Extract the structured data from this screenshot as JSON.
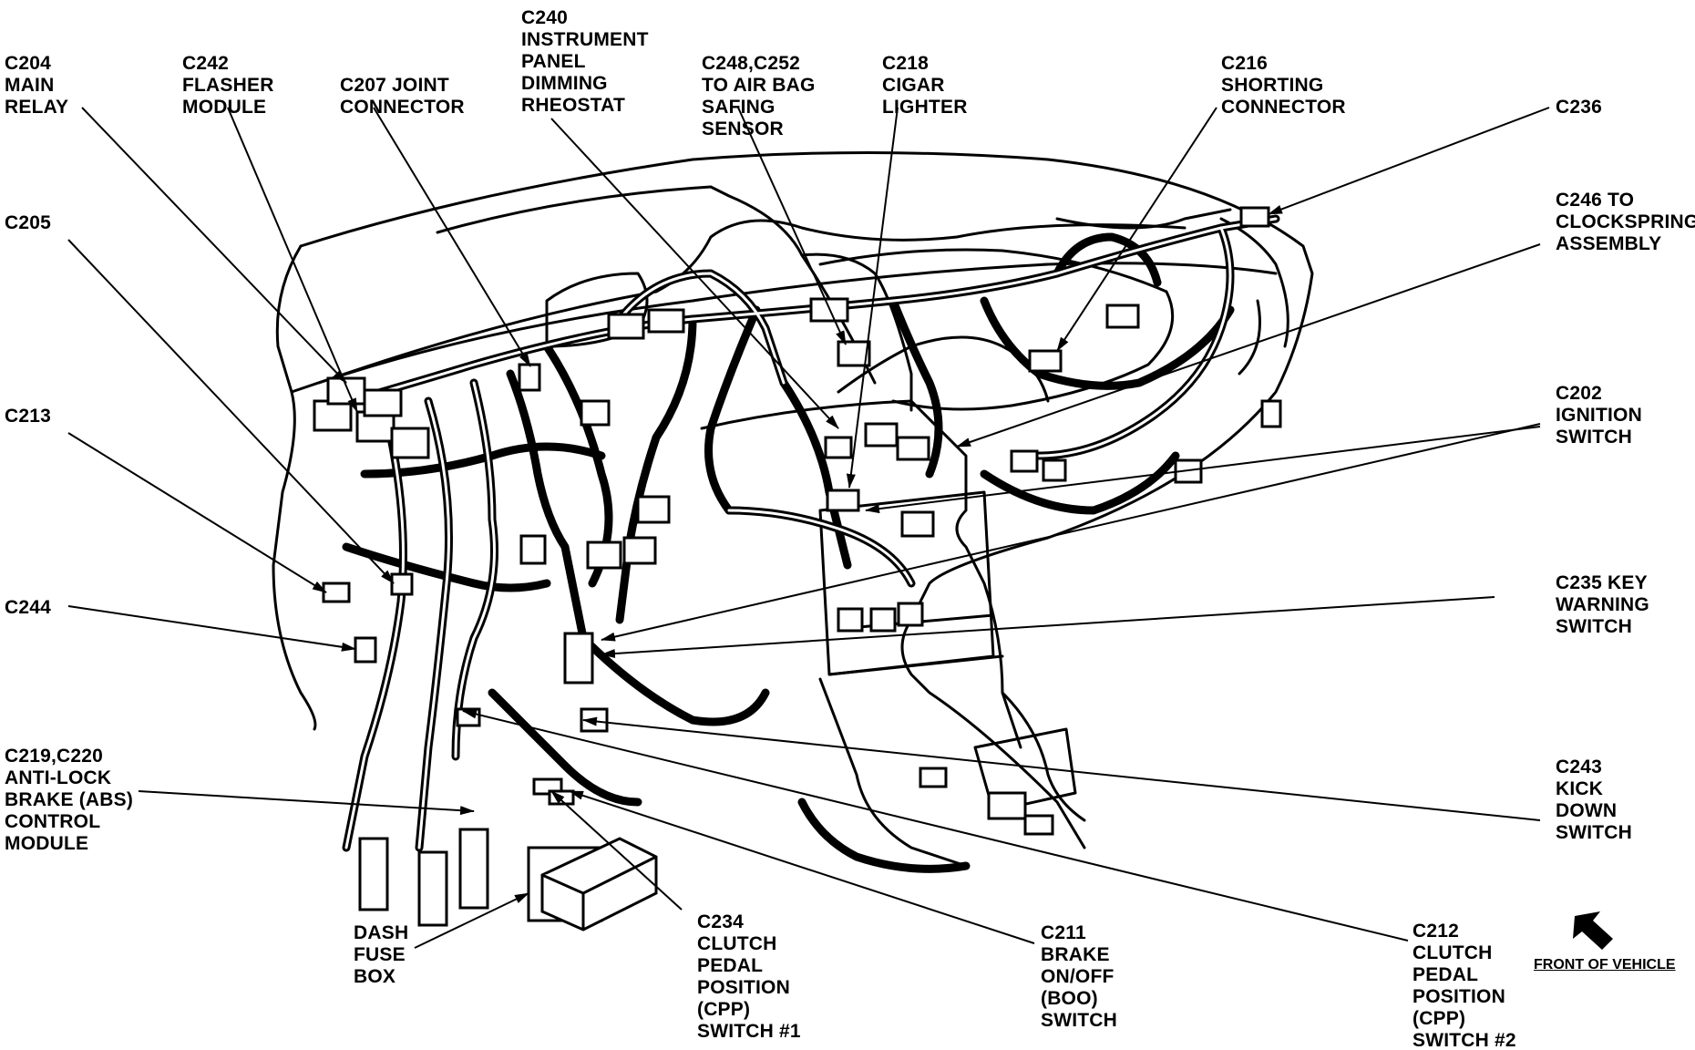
{
  "callouts": {
    "c204": [
      "C204",
      "MAIN",
      "RELAY"
    ],
    "c242": [
      "C242",
      "FLASHER",
      "MODULE"
    ],
    "c207": [
      "C207 JOINT",
      "CONNECTOR"
    ],
    "c240": [
      "C240",
      "INSTRUMENT",
      "PANEL",
      "DIMMING",
      "RHEOSTAT"
    ],
    "c248": [
      "C248,C252",
      "TO AIR BAG",
      "SAFING",
      "SENSOR"
    ],
    "c218": [
      "C218",
      "CIGAR",
      "LIGHTER"
    ],
    "c216": [
      "C216",
      "SHORTING",
      "CONNECTOR"
    ],
    "c236": [
      "C236"
    ],
    "c246": [
      "C246 TO",
      "CLOCKSPRING",
      "ASSEMBLY"
    ],
    "c205": [
      "C205"
    ],
    "c213": [
      "C213"
    ],
    "c202": [
      "C202",
      "IGNITION",
      "SWITCH"
    ],
    "c235": [
      "C235 KEY",
      "WARNING",
      "SWITCH"
    ],
    "c244": [
      "C244"
    ],
    "c219": [
      "C219,C220",
      "ANTI-LOCK",
      "BRAKE (ABS)",
      "CONTROL",
      "MODULE"
    ],
    "c243": [
      "C243",
      "KICK",
      "DOWN",
      "SWITCH"
    ],
    "dash_fuse": [
      "DASH",
      "FUSE",
      "BOX"
    ],
    "c234": [
      "C234",
      "CLUTCH",
      "PEDAL",
      "POSITION",
      "(CPP)",
      "SWITCH #1"
    ],
    "c211": [
      "C211",
      "BRAKE",
      "ON/OFF",
      "(BOO)",
      "SWITCH"
    ],
    "c212": [
      "C212",
      "CLUTCH",
      "PEDAL",
      "POSITION",
      "(CPP)",
      "SWITCH #2"
    ]
  },
  "front_of_vehicle": "FRONT OF VEHICLE",
  "colors": {
    "ink": "#000000",
    "paper": "#ffffff"
  }
}
